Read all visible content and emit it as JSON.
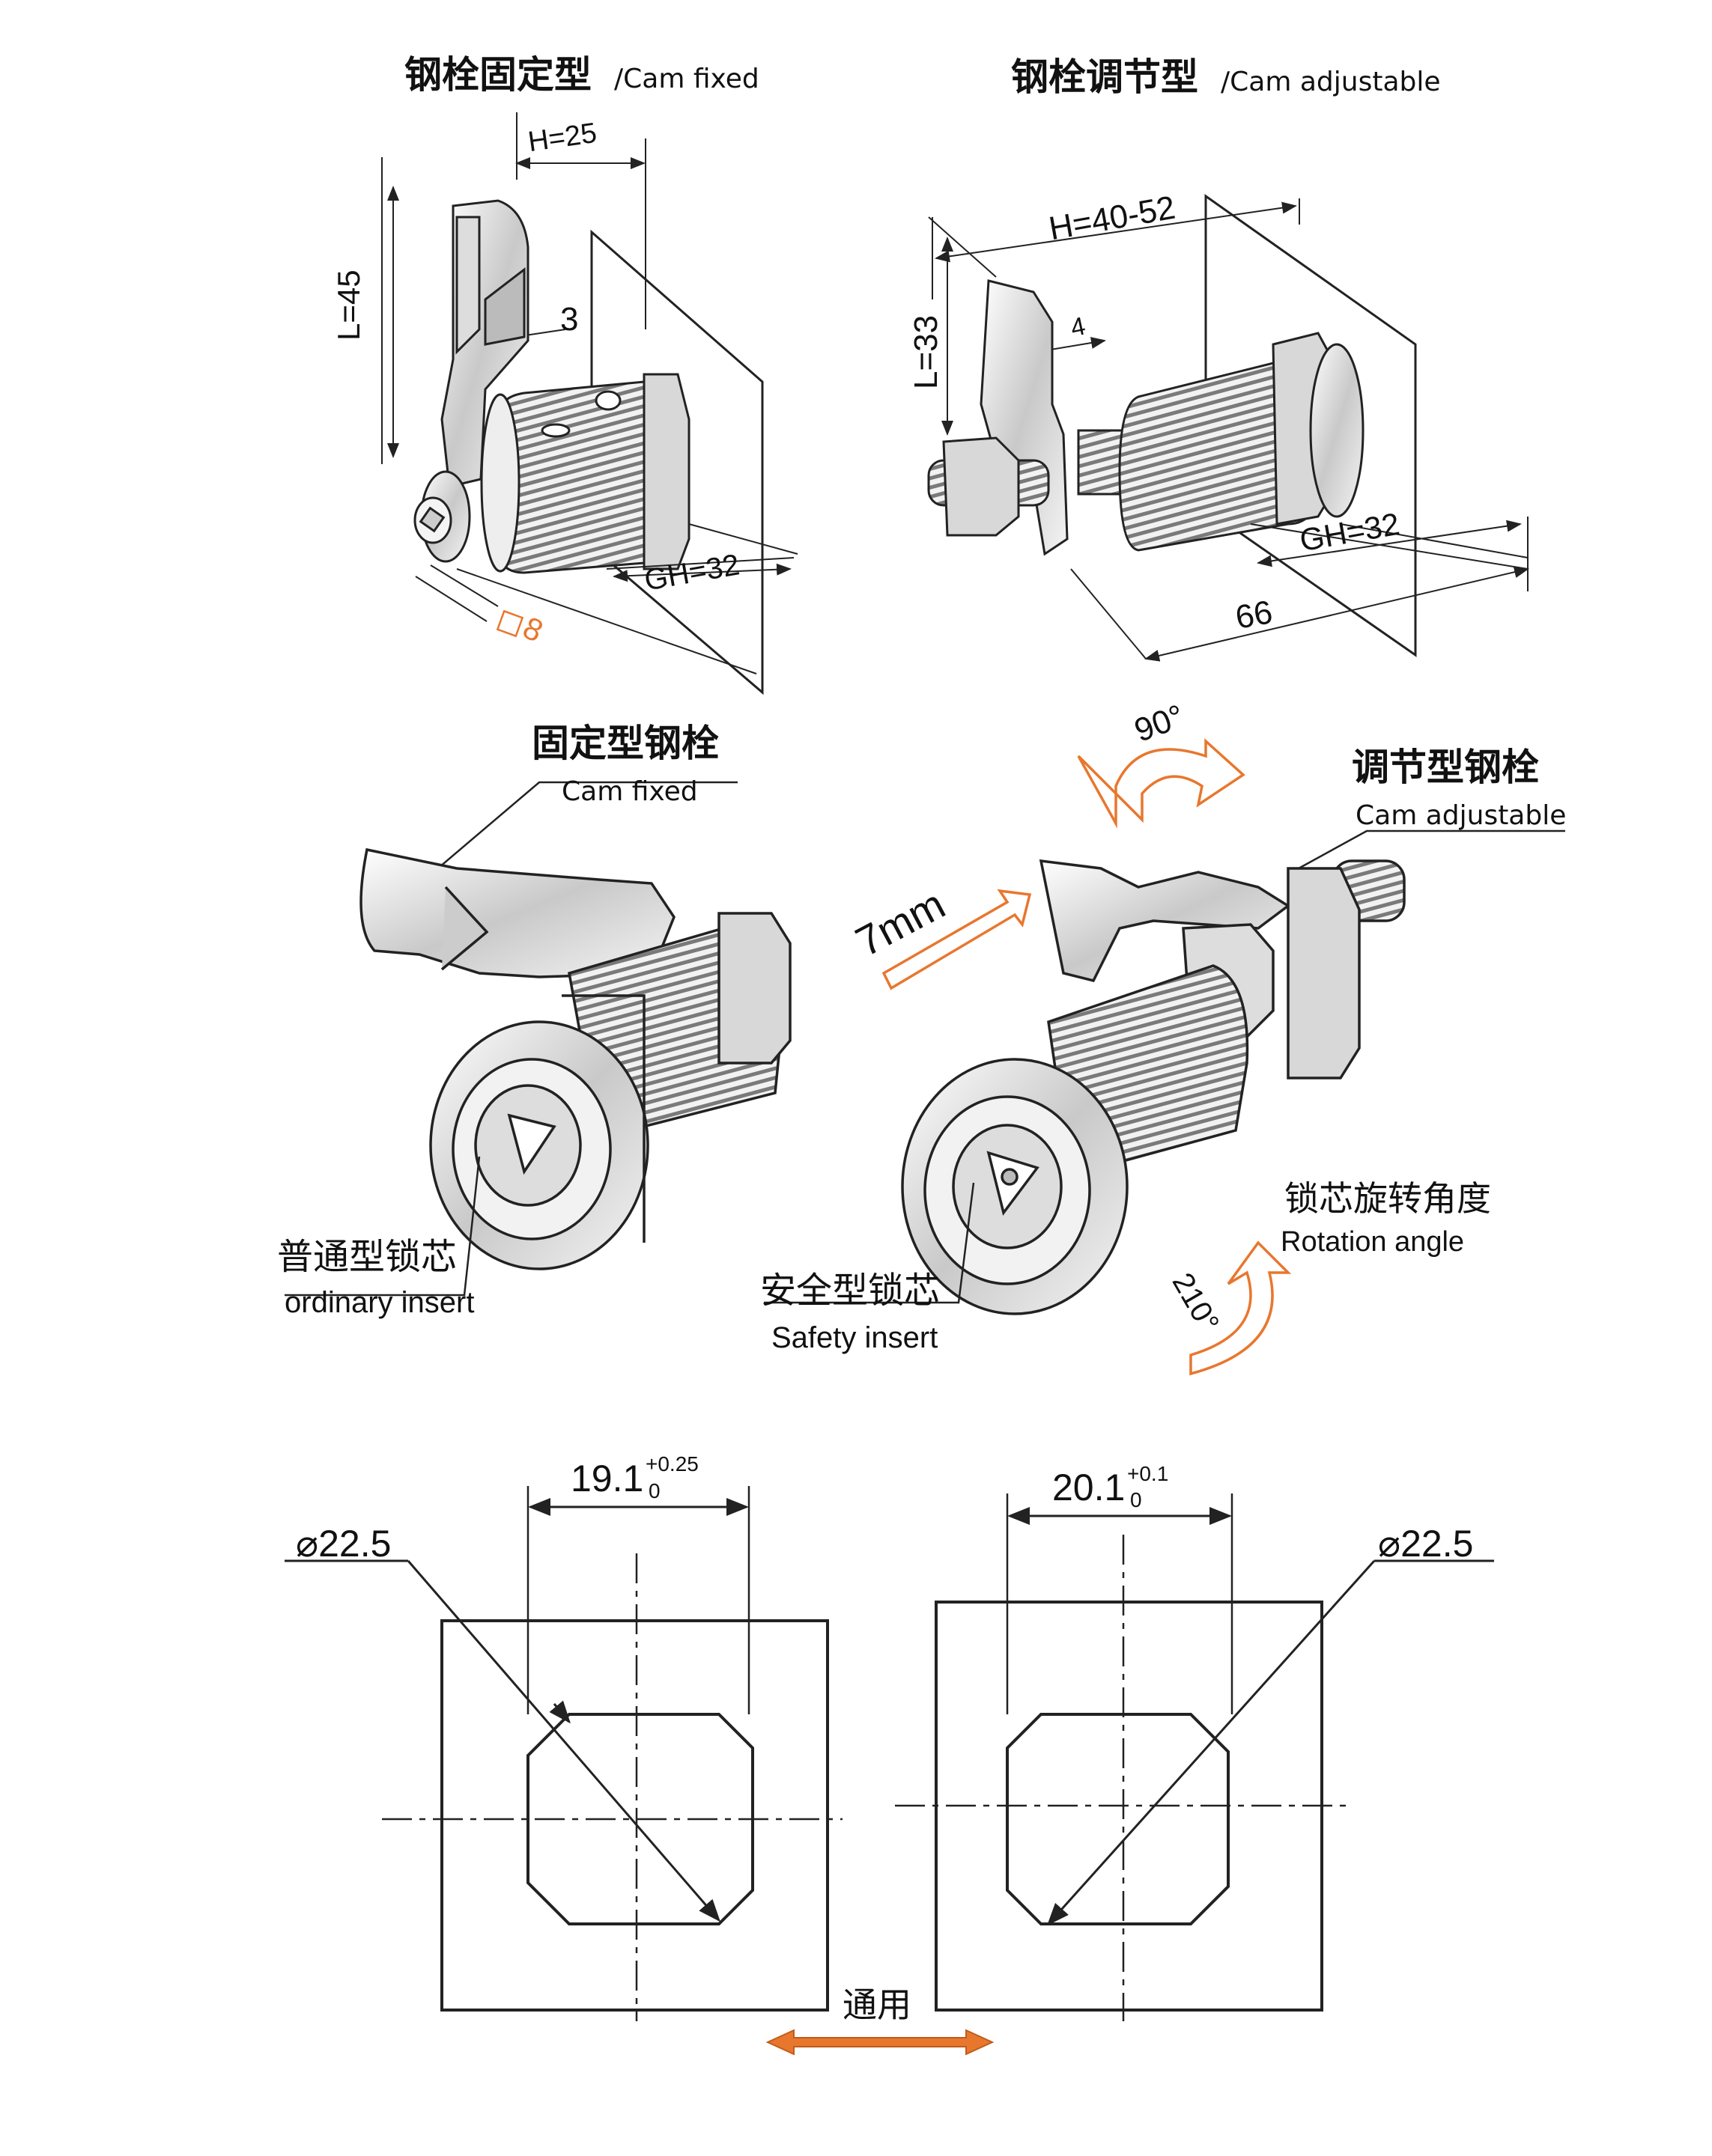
{
  "colors": {
    "line": "#222222",
    "accent": "#e8772e",
    "shading": "#8a8a8a"
  },
  "top_left": {
    "title_zh": "钢栓固定型",
    "title_en": "/Cam fixed",
    "dim_h": "H=25",
    "dim_l": "L=45",
    "dim_t": "3",
    "dim_gh": "GH=32",
    "dim_sq": "8"
  },
  "top_right": {
    "title_zh": "钢栓调节型",
    "title_en": "/Cam adjustable",
    "dim_h": "H=40-52",
    "dim_l": "L=33",
    "dim_t": "4",
    "dim_gh": "GH=32",
    "dim_total": "66"
  },
  "middle": {
    "fixed_zh": "固定型钢栓",
    "fixed_en": "Cam fixed",
    "adj_zh": "调节型钢栓",
    "adj_en": "Cam adjustable",
    "angle_90": "90°",
    "travel": "7mm",
    "ordinary_zh": "普通型锁芯",
    "ordinary_en": "ordinary insert",
    "safety_zh": "安全型锁芯",
    "safety_en": "Safety insert",
    "rotation_zh": "锁芯旋转角度",
    "rotation_en": "Rotation angle",
    "angle_210": "210°"
  },
  "bottom_left": {
    "width": "19.1",
    "tol_upper": "+0.25",
    "tol_lower": "0",
    "diameter": "22.5"
  },
  "bottom_right": {
    "width": "20.1",
    "tol_upper": "+0.1",
    "tol_lower": "0",
    "diameter": "22.5"
  },
  "common_label": "通用"
}
